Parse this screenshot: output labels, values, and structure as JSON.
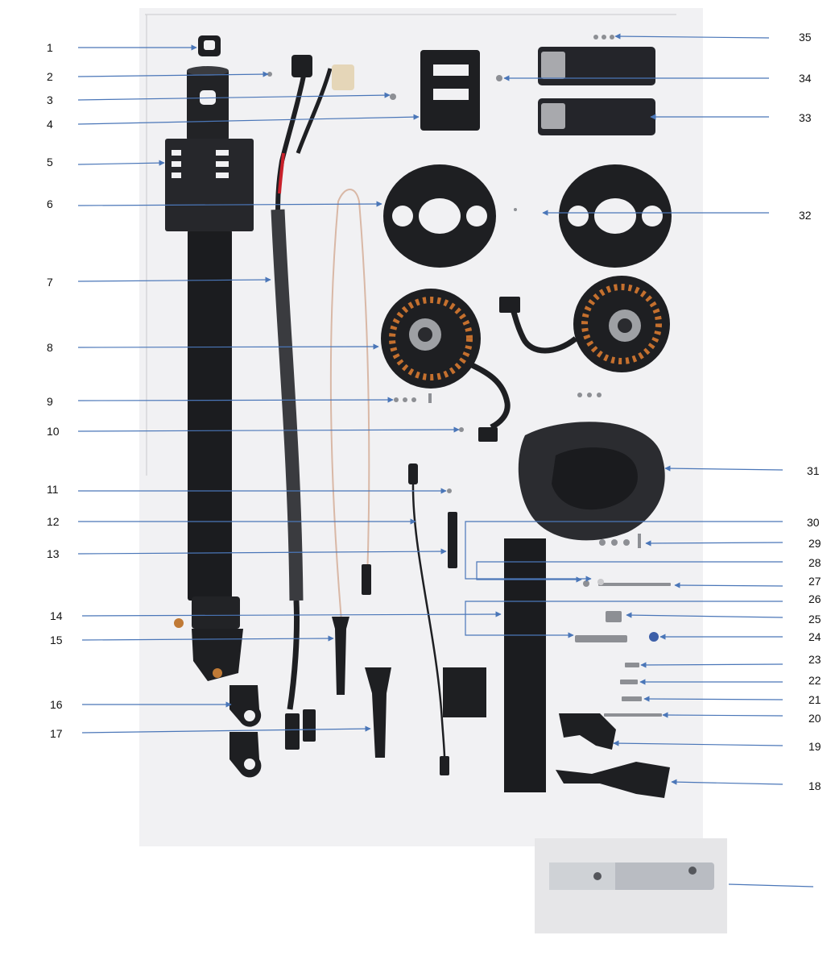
{
  "figure": {
    "background": "#f1f1f3",
    "leader_color": "#4a76b8",
    "part_color": "#1e1f22",
    "labels_left": [
      "1",
      "2",
      "3",
      "4",
      "5",
      "6",
      "7",
      "8",
      "9",
      "10",
      "11",
      "12",
      "13",
      "14",
      "15",
      "16",
      "17"
    ],
    "labels_right": [
      "35",
      "34",
      "33",
      "32",
      "31",
      "30",
      "29",
      "28",
      "27",
      "26",
      "25",
      "24",
      "23",
      "22",
      "21",
      "20",
      "19",
      "18"
    ]
  }
}
